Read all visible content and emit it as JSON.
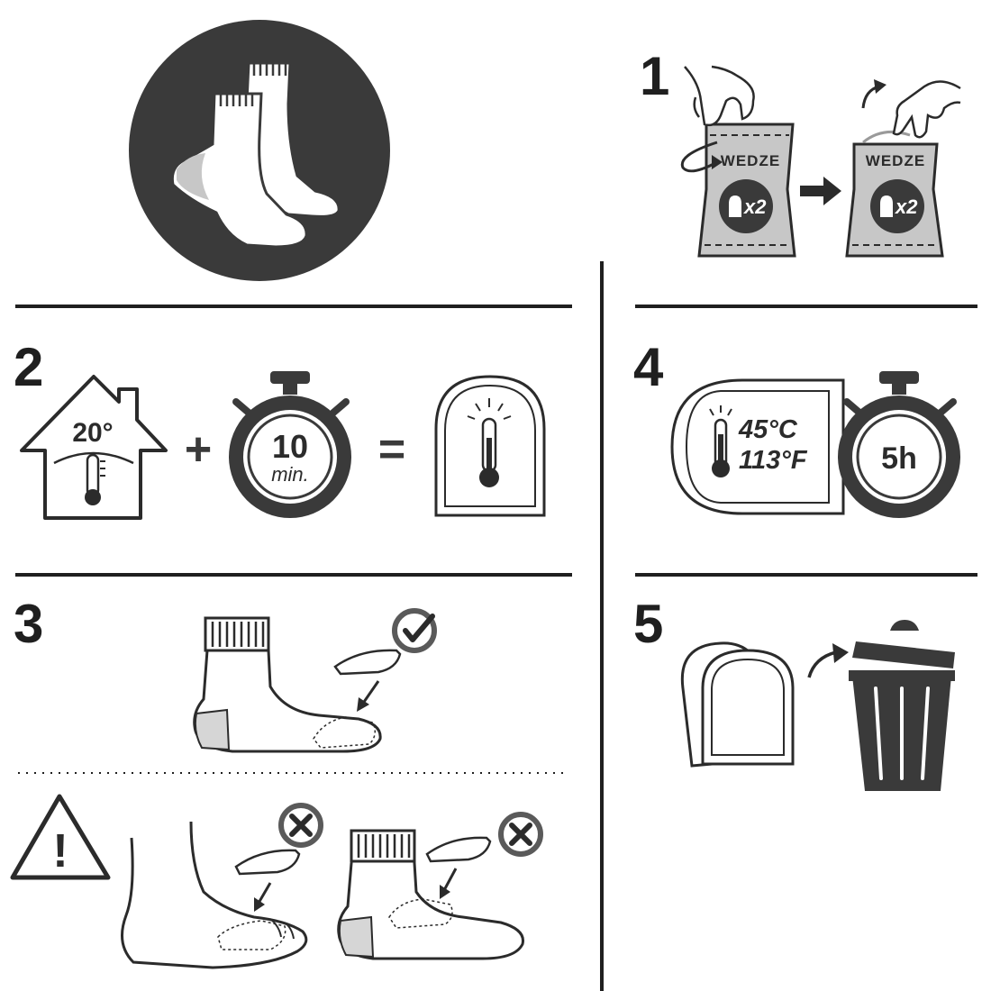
{
  "steps": {
    "s1": "1",
    "s2": "2",
    "s3": "3",
    "s4": "4",
    "s5": "5"
  },
  "step1": {
    "brand_left": "WEDZE",
    "brand_right": "WEDZE",
    "count_left": "x2",
    "count_right": "x2"
  },
  "step2": {
    "room_temp": "20°",
    "time_value": "10",
    "time_unit": "min.",
    "plus": "+",
    "equals": "="
  },
  "step4": {
    "temp_c": "45°C",
    "temp_f": "113°F",
    "duration": "5h"
  },
  "warning": {
    "symbol": "!"
  },
  "colors": {
    "dark": "#3a3a3a",
    "gray_fill": "#c7c7c7",
    "line": "#2b2b2b",
    "white": "#ffffff"
  }
}
